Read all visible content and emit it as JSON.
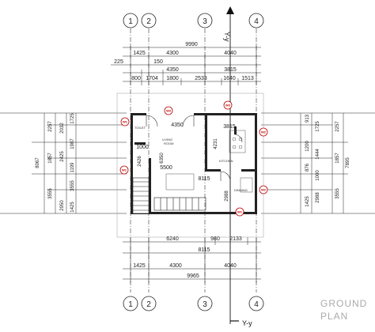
{
  "title": {
    "line1": "GROUND",
    "line2": "PLAN"
  },
  "axis_label_top": "Y-y",
  "axis_label_bottom": "Y-y",
  "grid_bubbles": [
    "1",
    "2",
    "3",
    "4"
  ],
  "top_dims": {
    "overall": "9990",
    "row2": [
      "1425",
      "4300",
      "4040"
    ],
    "row3": [
      "225",
      "150"
    ],
    "row4": [
      "4350",
      "3815"
    ],
    "row5": [
      "800",
      "1704",
      "1800",
      "2533",
      "1640",
      "1513"
    ]
  },
  "bottom_dims": {
    "row1": [
      "6240"
    ],
    "row1b": [
      "980",
      "2133"
    ],
    "row2": [
      "8115"
    ],
    "row3": [
      "1425",
      "4300",
      "4040"
    ],
    "overall": "9965"
  },
  "interior_dims": [
    "4350",
    "3815",
    "1000",
    "5500",
    "8115",
    "4231",
    "6350",
    "2426",
    "2988"
  ],
  "left_dims": {
    "overall": "8067",
    "outer": [
      "2257",
      "1857",
      "3555"
    ],
    "inner": [
      "2032",
      "1725",
      "2425",
      "1987",
      "1199",
      "2950",
      "1425",
      "3555"
    ]
  },
  "right_dims": {
    "overall": "7895",
    "outer": [
      "2257",
      "1857",
      "3555"
    ],
    "inner": [
      "913",
      "1725",
      "1444",
      "1200",
      "1000",
      "876",
      "2988",
      "1425"
    ]
  },
  "rooms": [
    "LIVING",
    "ROOM",
    "KITCHEN",
    "DINNING",
    "TOILET"
  ],
  "tags": [
    "W3",
    "W3",
    "W2",
    "W1",
    "W1",
    "W2",
    "W1"
  ],
  "colors": {
    "line": "#222222",
    "tag": "#bb0000",
    "title": "#aaaaaa"
  }
}
